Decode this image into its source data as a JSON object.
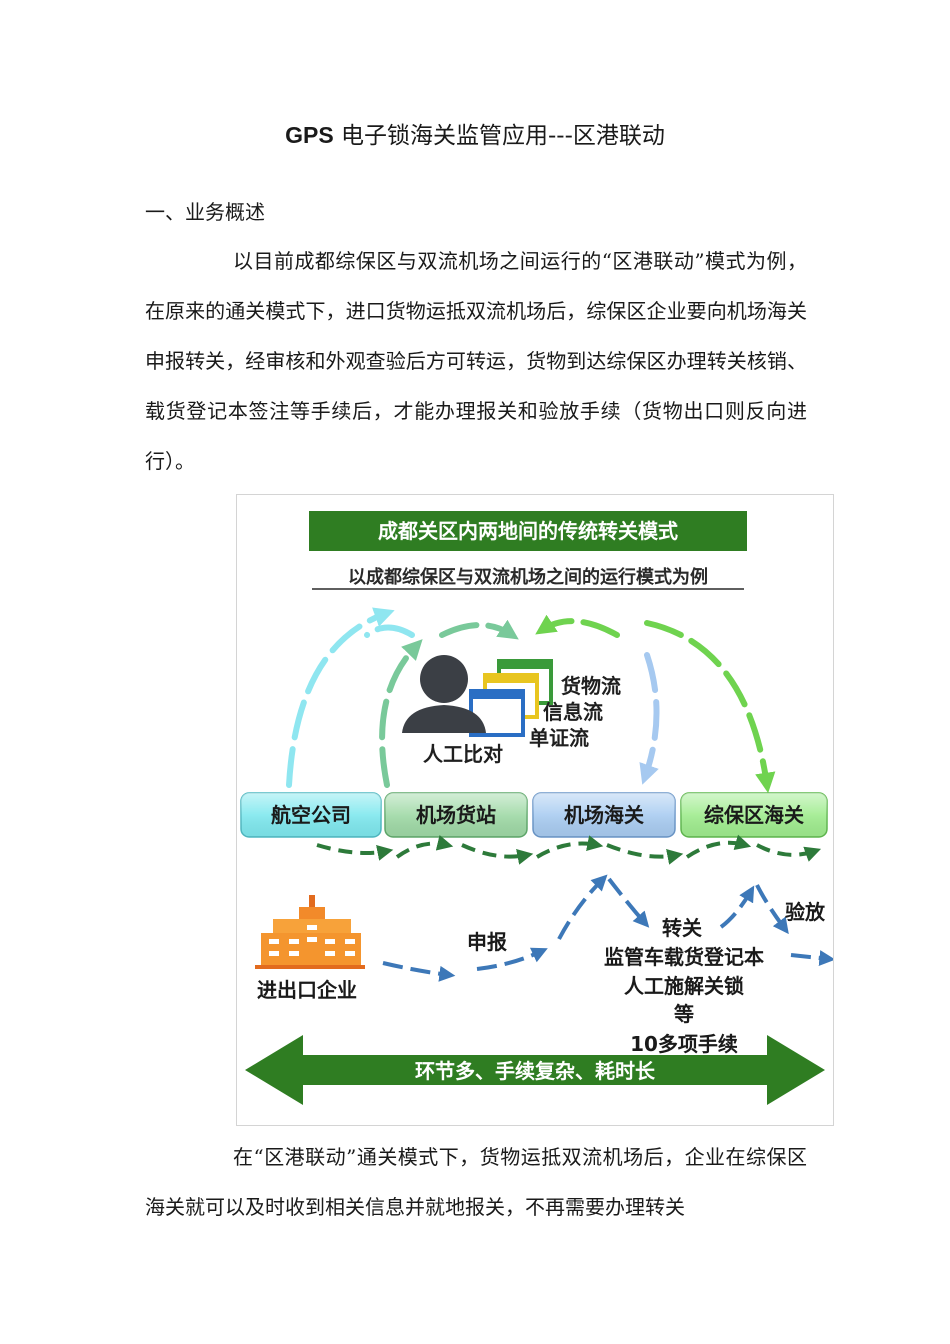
{
  "document": {
    "title_prefix": "GPS",
    "title_rest": " 电子锁海关监管应用---区港联动",
    "section_heading": "一、业务概述",
    "paragraph_1": "以目前成都综保区与双流机场之间运行的“区港联动”模式为例，在原来的通关模式下，进口货物运抵双流机场后，综保区企业要向机场海关申报转关，经审核和外观查验后方可转运，货物到达综保区办理转关核销、载货登记本签注等手续后，才能办理报关和验放手续（货物出口则反向进行）。",
    "paragraph_2": "在“区港联动”通关模式下，货物运抵双流机场后，企业在综保区海关就可以及时收到相关信息并就地报关，不再需要办理转关"
  },
  "diagram": {
    "banner_title": "成都关区内两地间的传统转关模式",
    "subtitle": "以成都综保区与双流机场之间的运行模式为例",
    "flows": [
      "货物流",
      "信息流",
      "单证流"
    ],
    "person_label": "人工比对",
    "nodes": [
      {
        "label": "航空公司",
        "color": "#7fe8ee"
      },
      {
        "label": "机场货站",
        "color": "#9fd9a6"
      },
      {
        "label": "机场海关",
        "color": "#a9ccf1"
      },
      {
        "label": "综保区海关",
        "color": "#9fec8e"
      }
    ],
    "enterprise_label": "进出口企业",
    "declare_label": "申报",
    "transfer_label": "转关",
    "procedures": [
      "监管车载货登记本",
      "人工施解关锁",
      "等",
      "10多项手续"
    ],
    "release_label": "验放",
    "bottom_banner": "环节多、手续复杂、耗时长",
    "colors": {
      "banner_green": "#2f7d22",
      "arrow_blue": "#3d78b8",
      "arrow_green": "#2d7a3a"
    }
  }
}
